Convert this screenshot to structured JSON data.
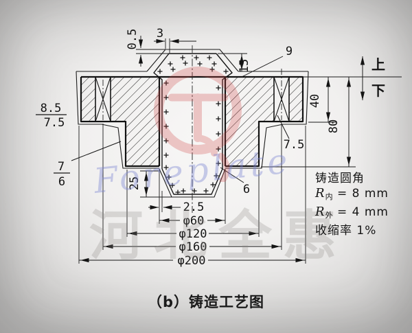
{
  "figure": {
    "caption_index": "（b）",
    "caption_text": "铸造工艺图"
  },
  "notes": {
    "title": "铸造圆角",
    "r_inner_sym": "R",
    "r_inner_sub": "内",
    "r_inner_val": "= 8 mm",
    "r_outer_sym": "R",
    "r_outer_sub": "外",
    "r_outer_val": "= 4 mm",
    "shrinkage": "收缩率 1%"
  },
  "direction": {
    "up": "上",
    "down": "下"
  },
  "dims": {
    "core_gap": "0.5",
    "seat_offset": "3",
    "core_print_top_height": "15",
    "top_allowance": "9",
    "flange_thickness": "40",
    "total_height": "80",
    "side_allowance_top": "8.5",
    "side_allowance_bottom": "7.5",
    "step_allowance_top": "7",
    "step_allowance_bottom": "6",
    "hole_bottom_allowance": "7.5",
    "bottom_allowance": "6",
    "core_print_bottom_height": "25",
    "hole_side_allowance": "2.5",
    "dia_hole": "φ60",
    "dia_hub": "φ120",
    "dia_step": "φ160",
    "dia_flange": "φ200"
  },
  "watermark": {
    "script": "Foreplate",
    "brand": "河北全惠"
  }
}
